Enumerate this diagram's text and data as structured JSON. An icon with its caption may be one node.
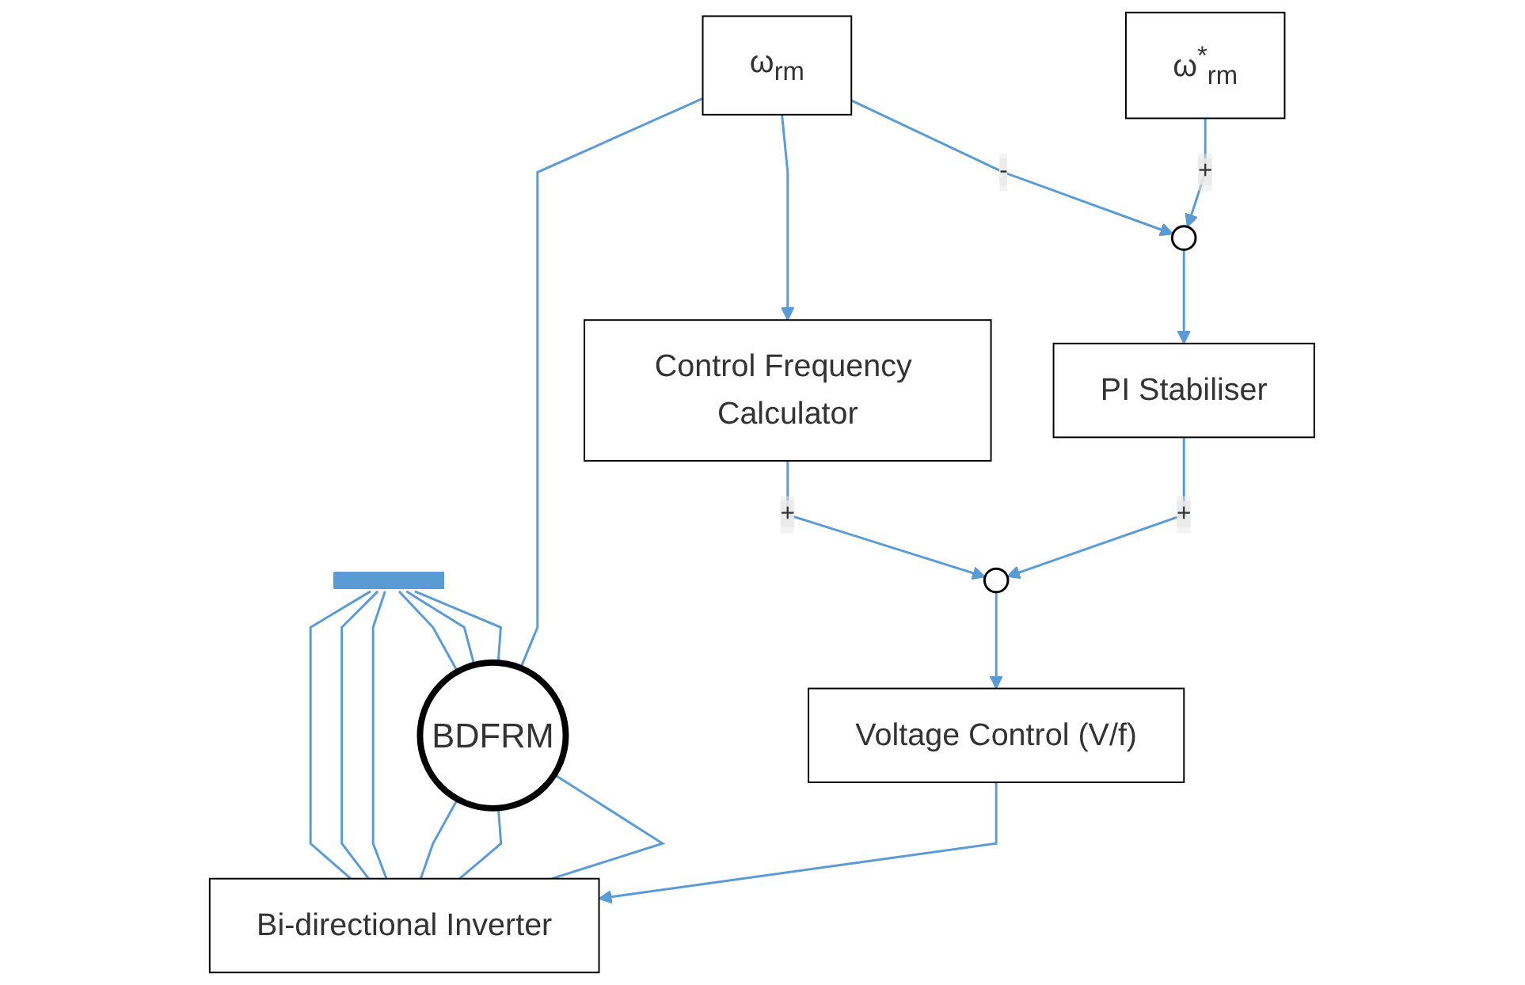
{
  "diagram": {
    "nodes": [
      {
        "text": [],
        "shape": "bar"
      },
      {
        "text": [
          "BDFRM"
        ]
      },
      {
        "text": [
          "ω$_{rm}$"
        ]
      },
      {
        "text": [
          "Bi-directional Inverter"
        ]
      },
      {
        "text": [
          "Voltage Control (V/f)"
        ]
      },
      {
        "text": [
          "Control Frequency Calculator"
        ]
      },
      {
        "text": [],
        "shape": "circle"
      },
      {
        "text": [
          "ω$^{*}$$_{rm}$"
        ]
      },
      {
        "text": [],
        "shape": "circle"
      },
      {
        "text": [
          "PI Stabiliser"
        ]
      }
    ],
    "edges": [
      {
        "from": 0,
        "to": 1,
        "arrow": "none"
      },
      {
        "from": 0,
        "to": 1,
        "arrow": "none"
      },
      {
        "from": 0,
        "to": 1,
        "arrow": "none"
      },
      {
        "from": 0,
        "to": 3,
        "arrow": "none"
      },
      {
        "from": 0,
        "to": 3,
        "arrow": "none"
      },
      {
        "from": 0,
        "to": 3,
        "arrow": "none"
      },
      {
        "from": 2,
        "to": 1,
        "arrow": "none"
      },
      {
        "from": 1,
        "to": 3,
        "arrow": "none"
      },
      {
        "from": 1,
        "to": 3,
        "arrow": "none"
      },
      {
        "from": 1,
        "to": 3,
        "arrow": "none"
      },
      {
        "from": 2,
        "to": 5,
        "arrow": "to"
      },
      {
        "from": 2,
        "to": 8,
        "arrow": "to",
        "label": "-"
      },
      {
        "from": 7,
        "to": 8,
        "arrow": "to",
        "label": "+"
      },
      {
        "from": 8,
        "to": 9,
        "arrow": "to"
      },
      {
        "from": 5,
        "to": 6,
        "arrow": "to",
        "label": "+"
      },
      {
        "from": 9,
        "to": 6,
        "arrow": "to",
        "label": "+"
      },
      {
        "from": 6,
        "to": 4,
        "arrow": "to"
      },
      {
        "from": 4,
        "to": 3,
        "arrow": "to"
      }
    ]
  }
}
